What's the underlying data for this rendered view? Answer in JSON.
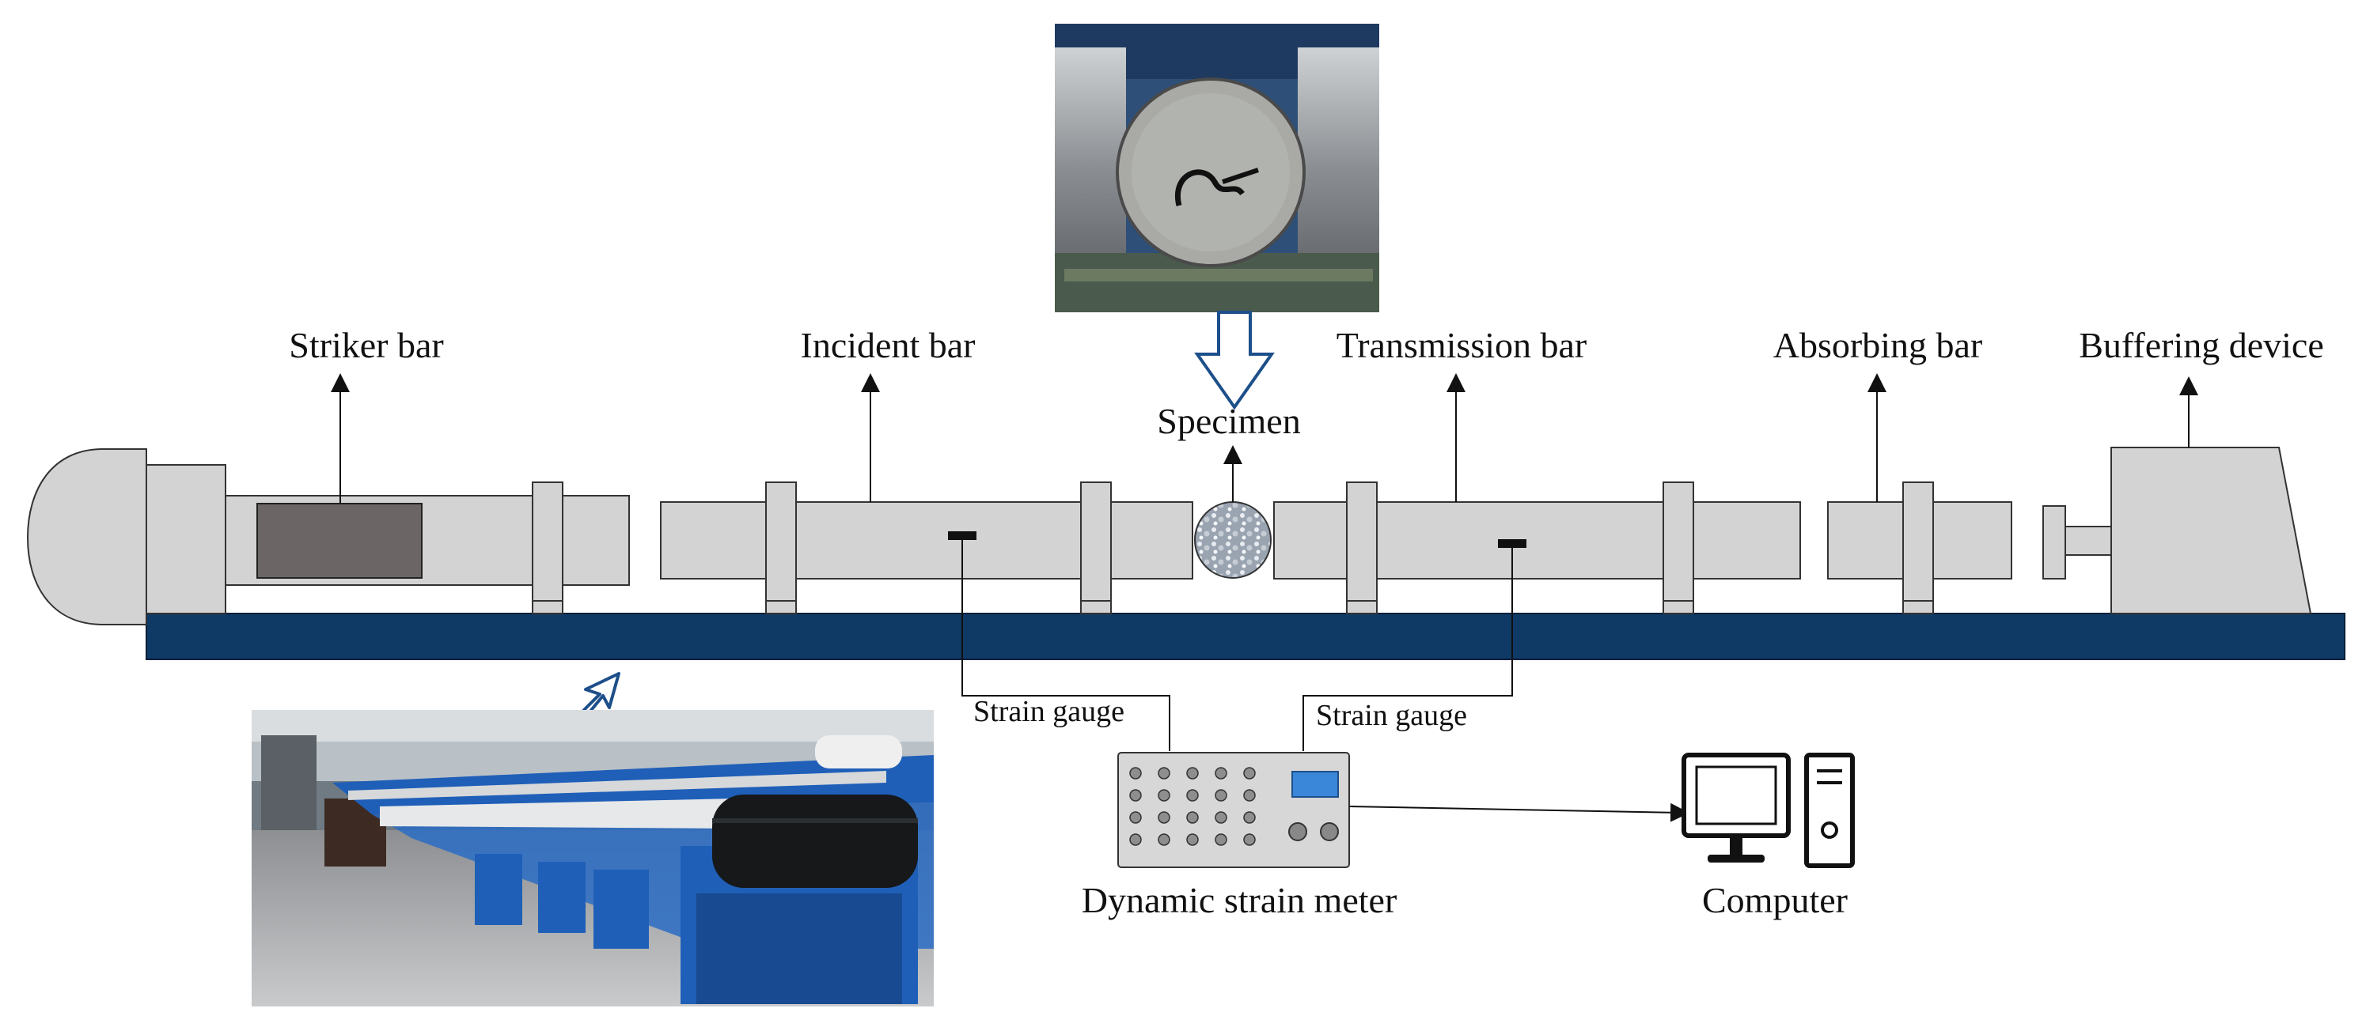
{
  "labels": {
    "striker_bar": "Striker bar",
    "incident_bar": "Incident bar",
    "transmission_bar": "Transmission bar",
    "absorbing_bar": "Absorbing bar",
    "buffering_device": "Buffering device",
    "specimen": "Specimen",
    "strain_gauge_left": "Strain gauge",
    "strain_gauge_right": "Strain gauge",
    "dynamic_strain_meter": "Dynamic strain meter",
    "computer": "Computer"
  },
  "photos": {
    "specimen_photo": "specimen-closeup-photo",
    "apparatus_photo": "shpb-apparatus-photo"
  },
  "colors": {
    "base_rail": "#0f3a66",
    "bar_fill": "#d3d3d3",
    "striker_fill": "#6b6565",
    "arrow_outline": "#1d4f8a",
    "meter_screen": "#3a86d8",
    "apparatus_frame": "#1f5fb8"
  }
}
